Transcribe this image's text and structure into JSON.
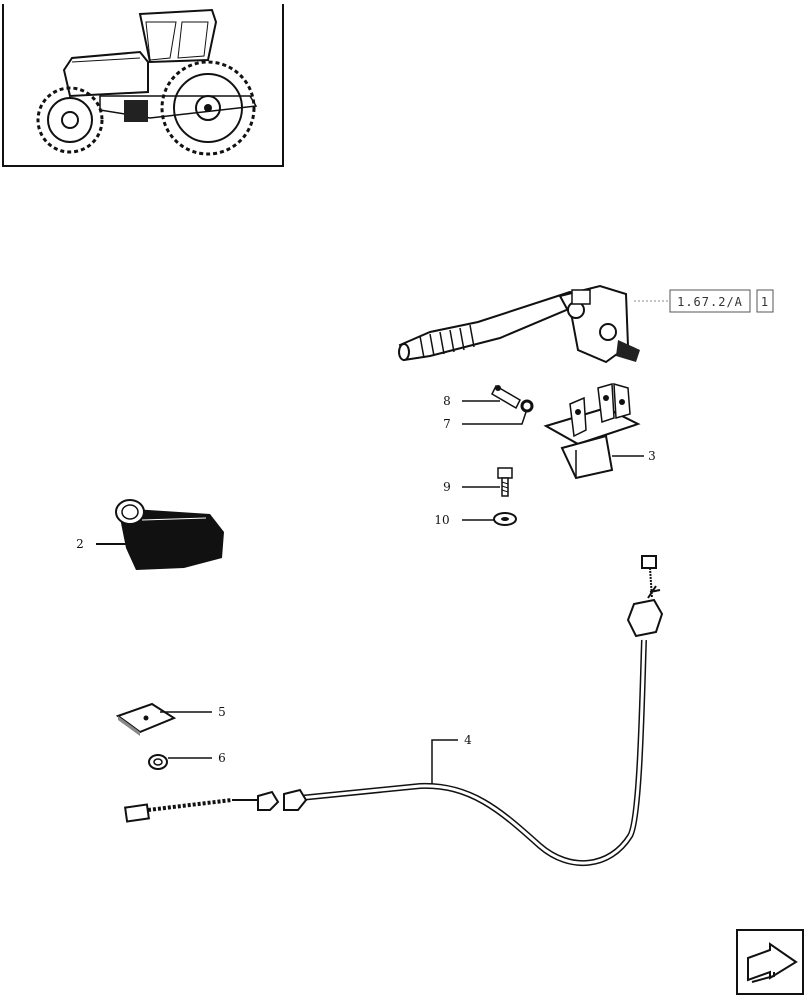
{
  "reference": {
    "code": "1.67.2/A",
    "page": "1"
  },
  "callouts": [
    {
      "label": "2"
    },
    {
      "label": "3"
    },
    {
      "label": "4"
    },
    {
      "label": "5"
    },
    {
      "label": "6"
    },
    {
      "label": "7"
    },
    {
      "label": "8"
    },
    {
      "label": "9"
    },
    {
      "label": "10"
    }
  ],
  "icons": {
    "thumbnail": "tractor-thumbnail-icon",
    "navigation": "next-page-arrow-icon"
  }
}
